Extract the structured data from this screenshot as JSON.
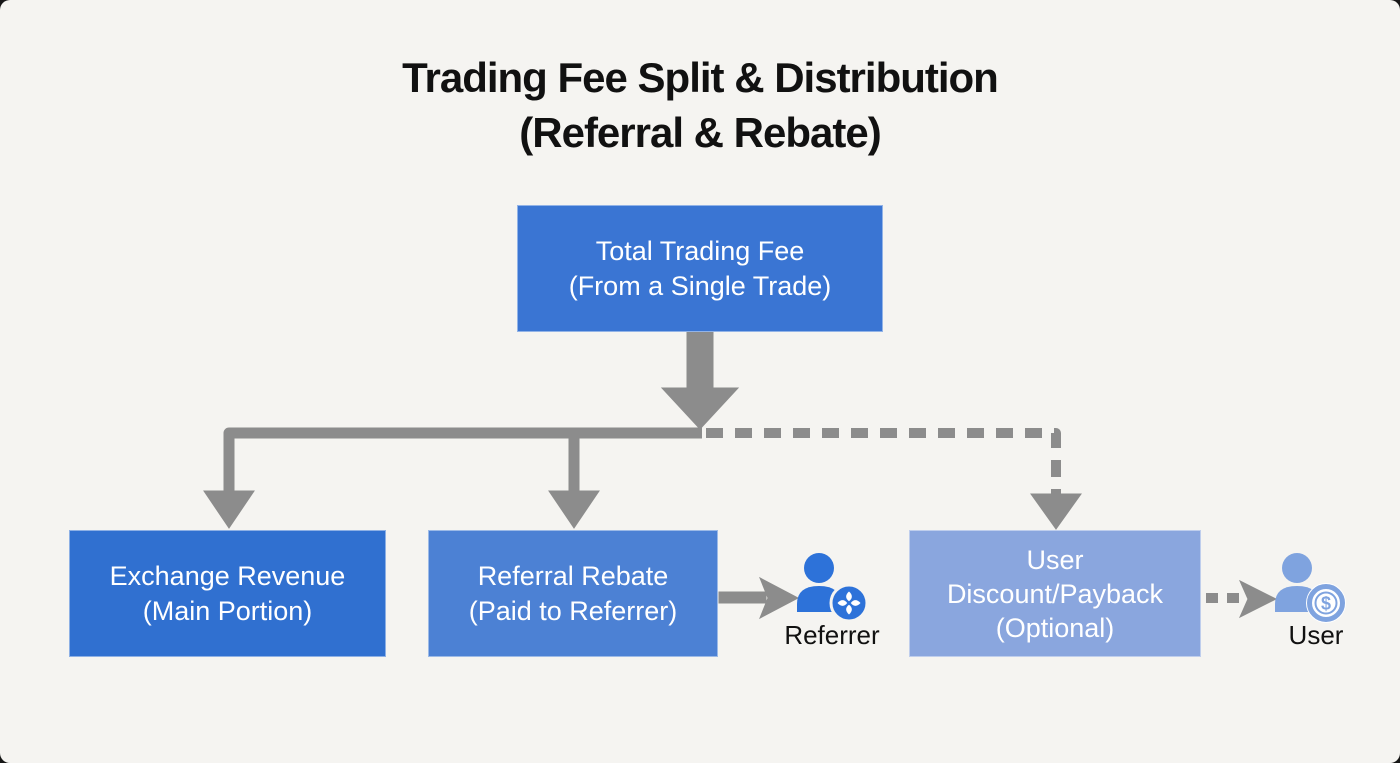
{
  "title": {
    "line1": "Trading Fee Split & Distribution",
    "line2": "(Referral & Rebate)"
  },
  "nodes": {
    "total_fee": {
      "line1": "Total Trading Fee",
      "line2": "(From a Single Trade)",
      "color": "#3a75d3"
    },
    "exchange_revenue": {
      "line1": "Exchange Revenue",
      "line2": "(Main Portion)",
      "color": "#3070d0"
    },
    "referral_rebate": {
      "line1": "Referral Rebate",
      "line2": "(Paid to Referrer)",
      "color": "#4c81d4"
    },
    "user_discount": {
      "line1": "User",
      "line2": "Discount/Payback",
      "line3": "(Optional)",
      "color": "#8aa6de"
    }
  },
  "actors": {
    "referrer": {
      "label": "Referrer",
      "icon": "person-plus-badge-icon",
      "color": "#2d72d9"
    },
    "user": {
      "label": "User",
      "icon": "person-dollar-coin-icon",
      "color": "#7fa3df",
      "coin_symbol": "$"
    }
  },
  "connectors": {
    "color": "#8c8c8c",
    "main_split_style": "solid",
    "optional_style": "dashed"
  },
  "colors": {
    "background": "#f5f4f1",
    "title_text": "#111111",
    "box_text": "#ffffff"
  }
}
